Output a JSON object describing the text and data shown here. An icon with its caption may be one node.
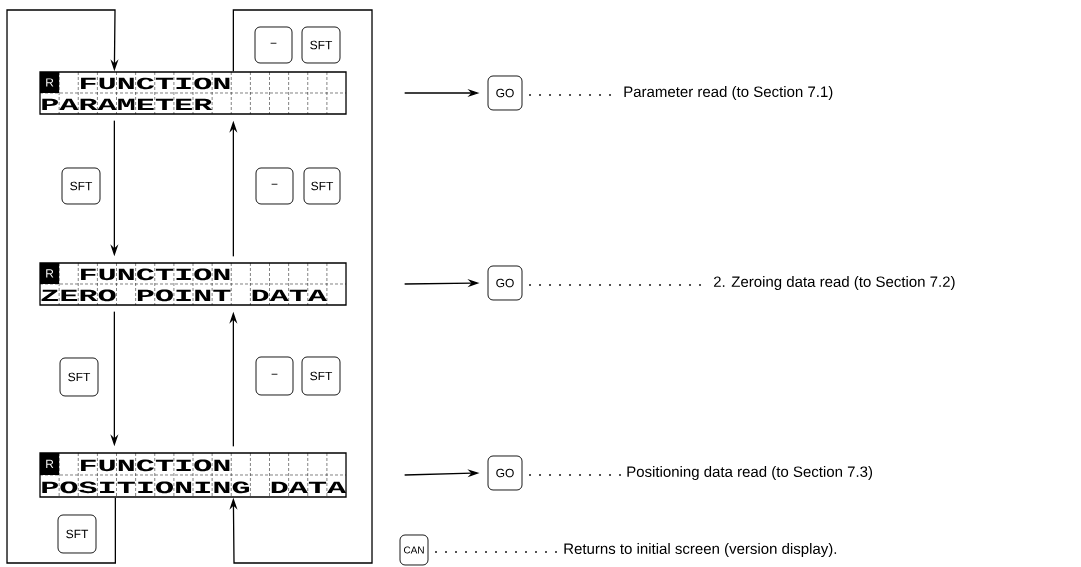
{
  "diagram": {
    "nodes": [
      {
        "text": [
          "−"
        ]
      },
      {
        "text": [
          "SFT"
        ]
      },
      {
        "text": [
          "R",
          "FUNCTION",
          "PARAMETER"
        ]
      },
      {
        "text": [
          "SFT"
        ]
      },
      {
        "text": [
          "−"
        ]
      },
      {
        "text": [
          "SFT"
        ]
      },
      {
        "text": [
          "R",
          "FUNCTION",
          "ZERO POINT DATA"
        ]
      },
      {
        "text": [
          "SFT"
        ]
      },
      {
        "text": [
          "−"
        ]
      },
      {
        "text": [
          "SFT"
        ]
      },
      {
        "text": [
          "R",
          "FUNCTION",
          "POSITIONING DATA"
        ]
      },
      {
        "text": [
          "SFT"
        ]
      },
      {
        "text": [
          "GO"
        ],
        "beside": [
          "Parameter read (to Section 7.1)"
        ]
      },
      {
        "text": [
          "GO"
        ],
        "beside": [
          "2. Zeroing data read (to Section 7.2)"
        ]
      },
      {
        "text": [
          "GO"
        ],
        "beside": [
          "Positioning data read (to Section 7.3)"
        ]
      },
      {
        "text": [
          "CAN"
        ],
        "beside": [
          "Returns to initial screen (version display)."
        ]
      }
    ],
    "edges": [
      {
        "from": 10,
        "to": 2,
        "arrow": "to"
      },
      {
        "from": 2,
        "to": 10,
        "arrow": "to"
      },
      {
        "from": 2,
        "to": 6,
        "arrow": "to"
      },
      {
        "from": 6,
        "to": 10,
        "arrow": "to"
      },
      {
        "from": 6,
        "to": 2,
        "arrow": "to"
      },
      {
        "from": 10,
        "to": 6,
        "arrow": "to"
      },
      {
        "from": 2,
        "to": 12,
        "arrow": "to"
      },
      {
        "from": 6,
        "to": 13,
        "arrow": "to"
      },
      {
        "from": 10,
        "to": 14,
        "arrow": "to"
      }
    ]
  }
}
